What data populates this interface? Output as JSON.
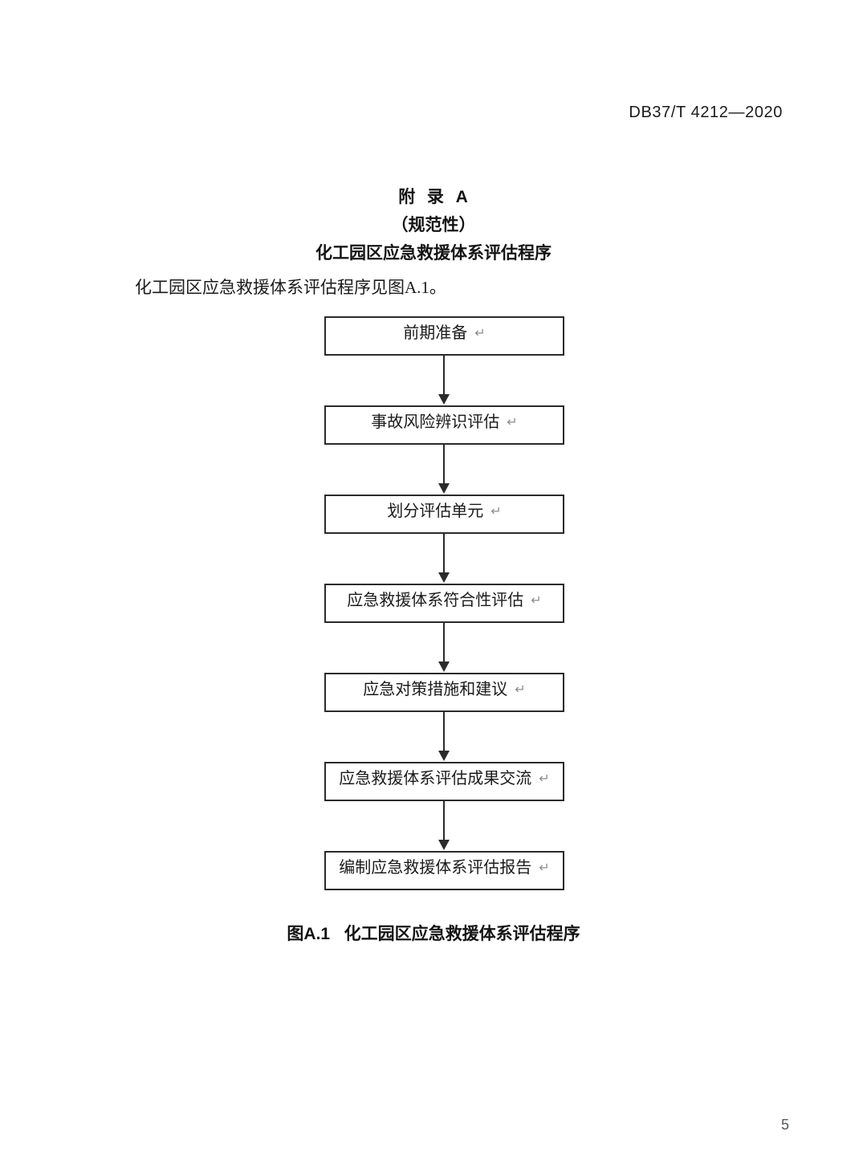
{
  "header": {
    "standard_code": "DB37/T 4212—2020"
  },
  "title_block": {
    "annex_label": "附  录  A",
    "annex_kind": "（规范性）",
    "annex_name": "化工园区应急救援体系评估程序"
  },
  "intro": {
    "text": "化工园区应急救援体系评估程序见图A.1。"
  },
  "flowchart": {
    "pilcrow_symbol": "↵",
    "box_border_color": "#2b2b2b",
    "box_fill_color": "#ffffff",
    "steps": [
      {
        "label": "前期准备"
      },
      {
        "label": "事故风险辨识评估"
      },
      {
        "label": "划分评估单元"
      },
      {
        "label": "应急救援体系符合性评估"
      },
      {
        "label": "应急对策措施和建议"
      },
      {
        "label": "应急救援体系评估成果交流"
      },
      {
        "label": "编制应急救援体系评估报告"
      }
    ]
  },
  "figure_caption": {
    "text": "图A.1   化工园区应急救援体系评估程序"
  },
  "footer": {
    "page_number": "5"
  }
}
